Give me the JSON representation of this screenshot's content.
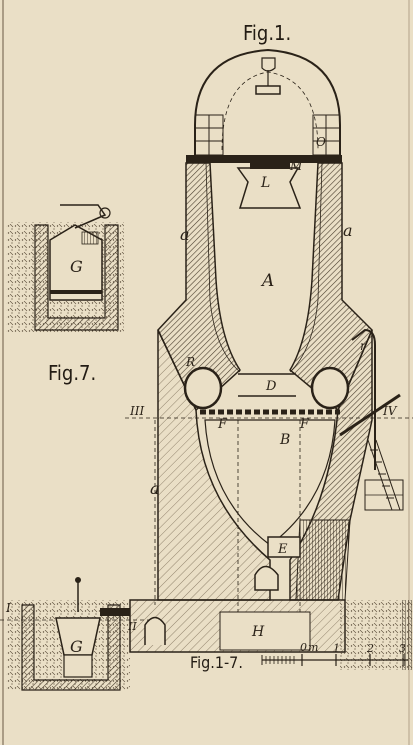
{
  "figure_titles": {
    "fig1": "Fig.1.",
    "fig7": "Fig.7.",
    "fig_range": "Fig.1-7."
  },
  "labels": {
    "A": "A",
    "a_left": "a",
    "a_right": "a",
    "a_lower": "a",
    "B": "B",
    "D": "D",
    "E": "E",
    "F_left": "F",
    "F_right": "F",
    "G_top": "G",
    "G_bottom": "G",
    "H": "H",
    "L": "L",
    "M": "M",
    "O": "O",
    "r": "r",
    "R": "R",
    "III": "III",
    "IV": "IV",
    "I": "I",
    "II": "II"
  },
  "scale": {
    "unit": "m",
    "ticks": [
      "0",
      "1",
      "2",
      "3"
    ]
  },
  "colors": {
    "paper": "#eadfc6",
    "ink": "#2a2218",
    "hatch": "#5a4c3a"
  }
}
